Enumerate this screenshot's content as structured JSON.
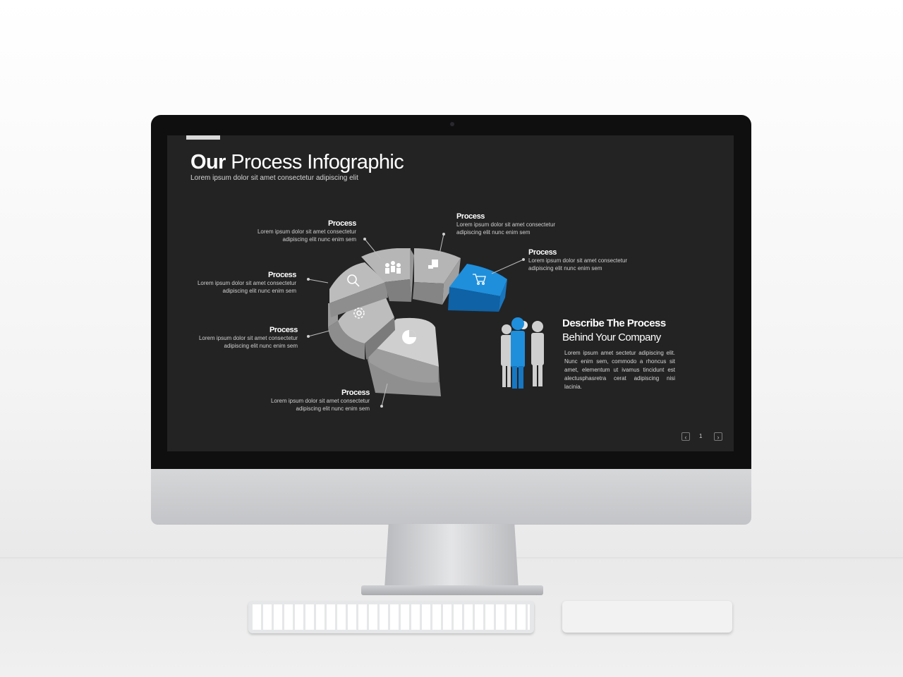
{
  "slide": {
    "title_bold": "Our",
    "title_light": "Process Infographic",
    "subtitle": "Lorem ipsum dolor sit amet consectetur adipiscing elit",
    "steps": [
      {
        "label": "Process",
        "desc1": "Lorem ipsum dolor sit amet consectetur",
        "desc2": "adipiscing elit nunc enim sem",
        "icon": "team-icon"
      },
      {
        "label": "Process",
        "desc1": "Lorem ipsum dolor sit amet consectetur",
        "desc2": "adipiscing elit nunc enim sem",
        "icon": "search-icon"
      },
      {
        "label": "Process",
        "desc1": "Lorem ipsum dolor sit amet consectetur",
        "desc2": "adipiscing elit nunc enim sem",
        "icon": "gear-icon"
      },
      {
        "label": "Process",
        "desc1": "Lorem ipsum dolor sit amet consectetur",
        "desc2": "adipiscing elit nunc enim sem",
        "icon": "pie-chart-icon"
      },
      {
        "label": "Process",
        "desc1": "Lorem ipsum dolor sit amet consectetur",
        "desc2": "adipiscing elit nunc enim sem",
        "icon": "document-icon"
      },
      {
        "label": "Process",
        "desc1": "Lorem ipsum dolor sit amet consectetur",
        "desc2": "adipiscing elit nunc enim sem",
        "icon": "cart-icon"
      }
    ],
    "describe": {
      "heading": "Describe The Process",
      "subheading": "Behind Your Company",
      "body": "Lorem ipsum amet sectetur adipiscing elit. Nunc enim sem, commodo a rhoncus sit amet, elementum ut ivamus tincidunt est alectusphasretra cerat adipiscing nisi lacinia."
    },
    "pager": {
      "prev": "‹",
      "page": "1",
      "next": "›"
    }
  },
  "colors": {
    "accent": "#1f8fdc",
    "screen_bg": "#232324",
    "segment_gray": "#b8b8b8"
  }
}
